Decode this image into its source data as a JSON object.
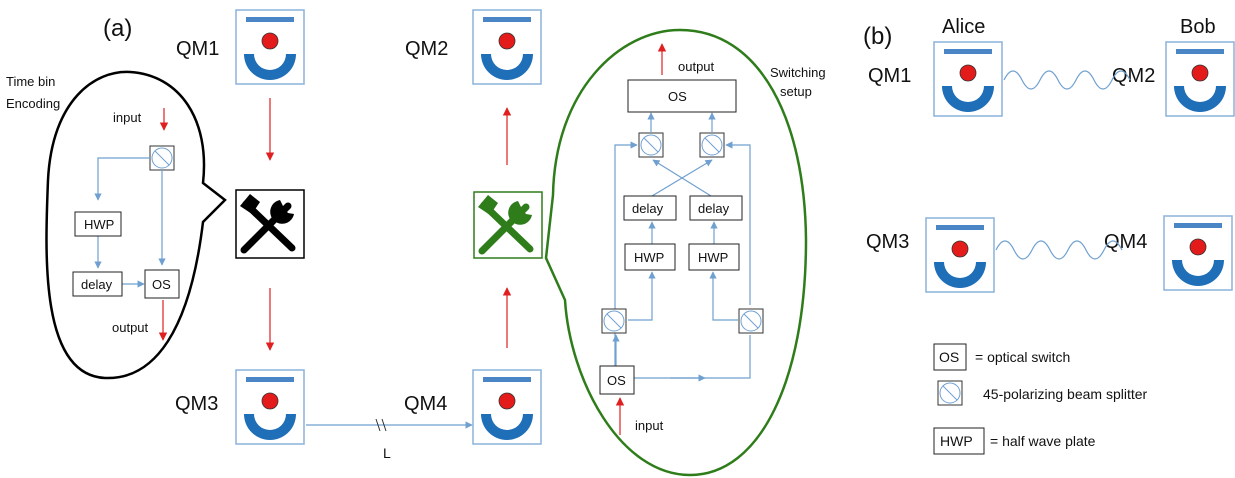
{
  "panels": {
    "a": "(a)",
    "b": "(b)"
  },
  "memories": {
    "qm1": "QM1",
    "qm2": "QM2",
    "qm3": "QM3",
    "qm4": "QM4"
  },
  "parties": {
    "alice": "Alice",
    "bob": "Bob"
  },
  "left_bubble": {
    "title_line1": "Time bin",
    "title_line2": "Encoding",
    "input": "input",
    "output": "output",
    "hwp": "HWP",
    "delay": "delay",
    "os": "OS"
  },
  "right_bubble": {
    "title_line1": "Switching",
    "title_line2": "setup",
    "output": "output",
    "input": "input",
    "os_top": "OS",
    "os_bottom": "OS",
    "delay_left": "delay",
    "delay_right": "delay",
    "hwp_left": "HWP",
    "hwp_right": "HWP"
  },
  "channel_label": "L",
  "legend": {
    "os_box": "OS",
    "os_text": "= optical switch",
    "pbs_text": "45-polarizing beam splitter",
    "hwp_box": "HWP",
    "hwp_text": "=  half wave plate"
  },
  "colors": {
    "memory_blue": "#1f6fb8",
    "memory_bar": "#4a86c5",
    "memory_dot": "#e41b1b",
    "frame": "#8bb3db",
    "optical_path": "#6fa0d0",
    "signal_arrow": "#e02020",
    "switch_green": "#2e7d1a",
    "tool_black": "#000000"
  },
  "icons": [
    "quantum-memory-icon",
    "tools-icon",
    "beam-splitter-icon",
    "wavy-entanglement-icon"
  ]
}
